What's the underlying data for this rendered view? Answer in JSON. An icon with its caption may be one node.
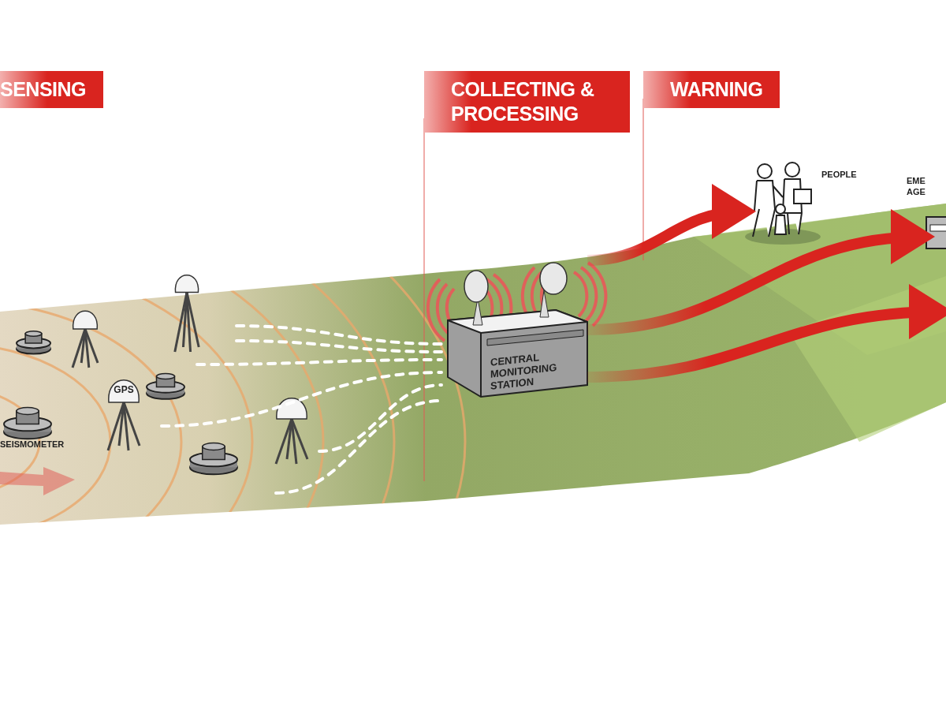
{
  "diagram": {
    "nodes": [
      {
        "text": [],
        "shape": "picture"
      },
      {
        "text": [],
        "shape": "picture"
      },
      {
        "text": [],
        "shape": "picture"
      },
      {
        "text": [],
        "shape": "picture"
      },
      {
        "text": [],
        "shape": "picture",
        "beside": [
          "SEISMOMETER"
        ]
      },
      {
        "text": [
          "GPS"
        ]
      },
      {
        "text": [],
        "shape": "picture"
      },
      {
        "text": [],
        "shape": "picture"
      },
      {
        "text": [
          "CENTRAL MONITORING STATION"
        ]
      },
      {
        "text": [],
        "shape": "picture",
        "beside": [
          "PEOPLE"
        ]
      },
      {
        "text": [],
        "shape": "picture",
        "beside": [
          "EME AGE"
        ]
      }
    ],
    "edges": [
      {
        "from": null,
        "to": 8,
        "arrow": "none",
        "style": "dashed",
        "color": "#ffffff"
      },
      {
        "from": null,
        "to": 8,
        "arrow": "none",
        "style": "dashed",
        "color": "#ffffff"
      },
      {
        "from": null,
        "to": 8,
        "arrow": "none",
        "style": "dashed",
        "color": "#ffffff"
      },
      {
        "from": null,
        "to": 8,
        "arrow": "none",
        "style": "dashed",
        "color": "#ffffff"
      },
      {
        "from": null,
        "to": 8,
        "arrow": "none",
        "style": "dashed",
        "color": "#ffffff"
      },
      {
        "from": null,
        "to": 8,
        "arrow": "none",
        "style": "dashed",
        "color": "#ffffff"
      },
      {
        "from": 8,
        "to": 9,
        "arrow": "to",
        "style": "thick"
      },
      {
        "from": 8,
        "to": 10,
        "arrow": "to",
        "style": "thick"
      },
      {
        "from": 8,
        "to": null,
        "arrow": "to",
        "style": "thick"
      }
    ],
    "labels": [
      "SENSING",
      "COLLECTING & PROCESSING",
      "WARNING"
    ]
  }
}
